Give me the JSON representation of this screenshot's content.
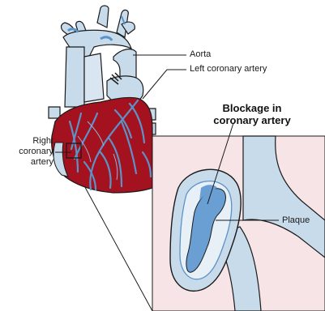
{
  "labels": {
    "aorta": "Aorta",
    "left_coronary_artery": "Left coronary artery",
    "right_coronary_artery_line1": "Right",
    "right_coronary_artery_line2": "coronary",
    "right_coronary_artery_line3": "artery",
    "blockage_title_line1": "Blockage in",
    "blockage_title_line2": "coronary artery",
    "plaque": "Plaque"
  },
  "colors": {
    "heart_muscle": "#a5121f",
    "vessel_fill": "#c8dbea",
    "vessel_light": "#d9e6f1",
    "artery_blue": "#5b93c9",
    "plaque_blue": "#6a9fd4",
    "inset_background": "#f7e4e6",
    "outline": "#1a1a1a"
  }
}
